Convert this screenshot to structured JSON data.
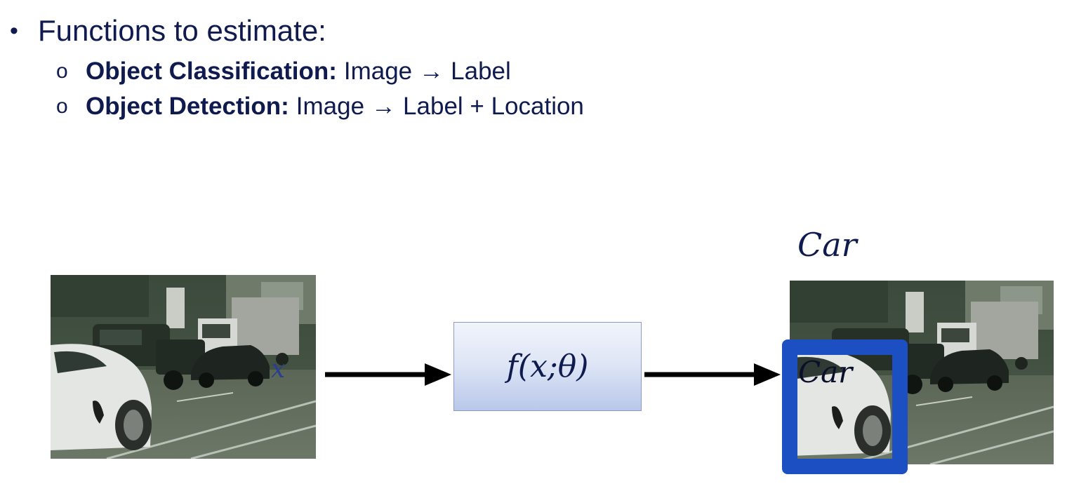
{
  "bullets": {
    "main": {
      "marker": "•",
      "text": "Functions to estimate:"
    },
    "items": [
      {
        "marker": "o",
        "bold": "Object Classification:",
        "input": "Image",
        "arrow": "→",
        "output": "Label"
      },
      {
        "marker": "o",
        "bold": "Object Detection:",
        "input": "Image",
        "arrow": "→",
        "output": "Label + Location"
      }
    ]
  },
  "diagram": {
    "input_variable": "x",
    "function_label": "f(x;θ)",
    "output_class": "Car",
    "box_label": "Car",
    "colors": {
      "text": "#0f1a4f",
      "arrow": "#000000",
      "bounding_box": "#1b4fc2",
      "function_box_top": "#f1f4fb",
      "function_box_bottom": "#b9c8ea"
    }
  }
}
